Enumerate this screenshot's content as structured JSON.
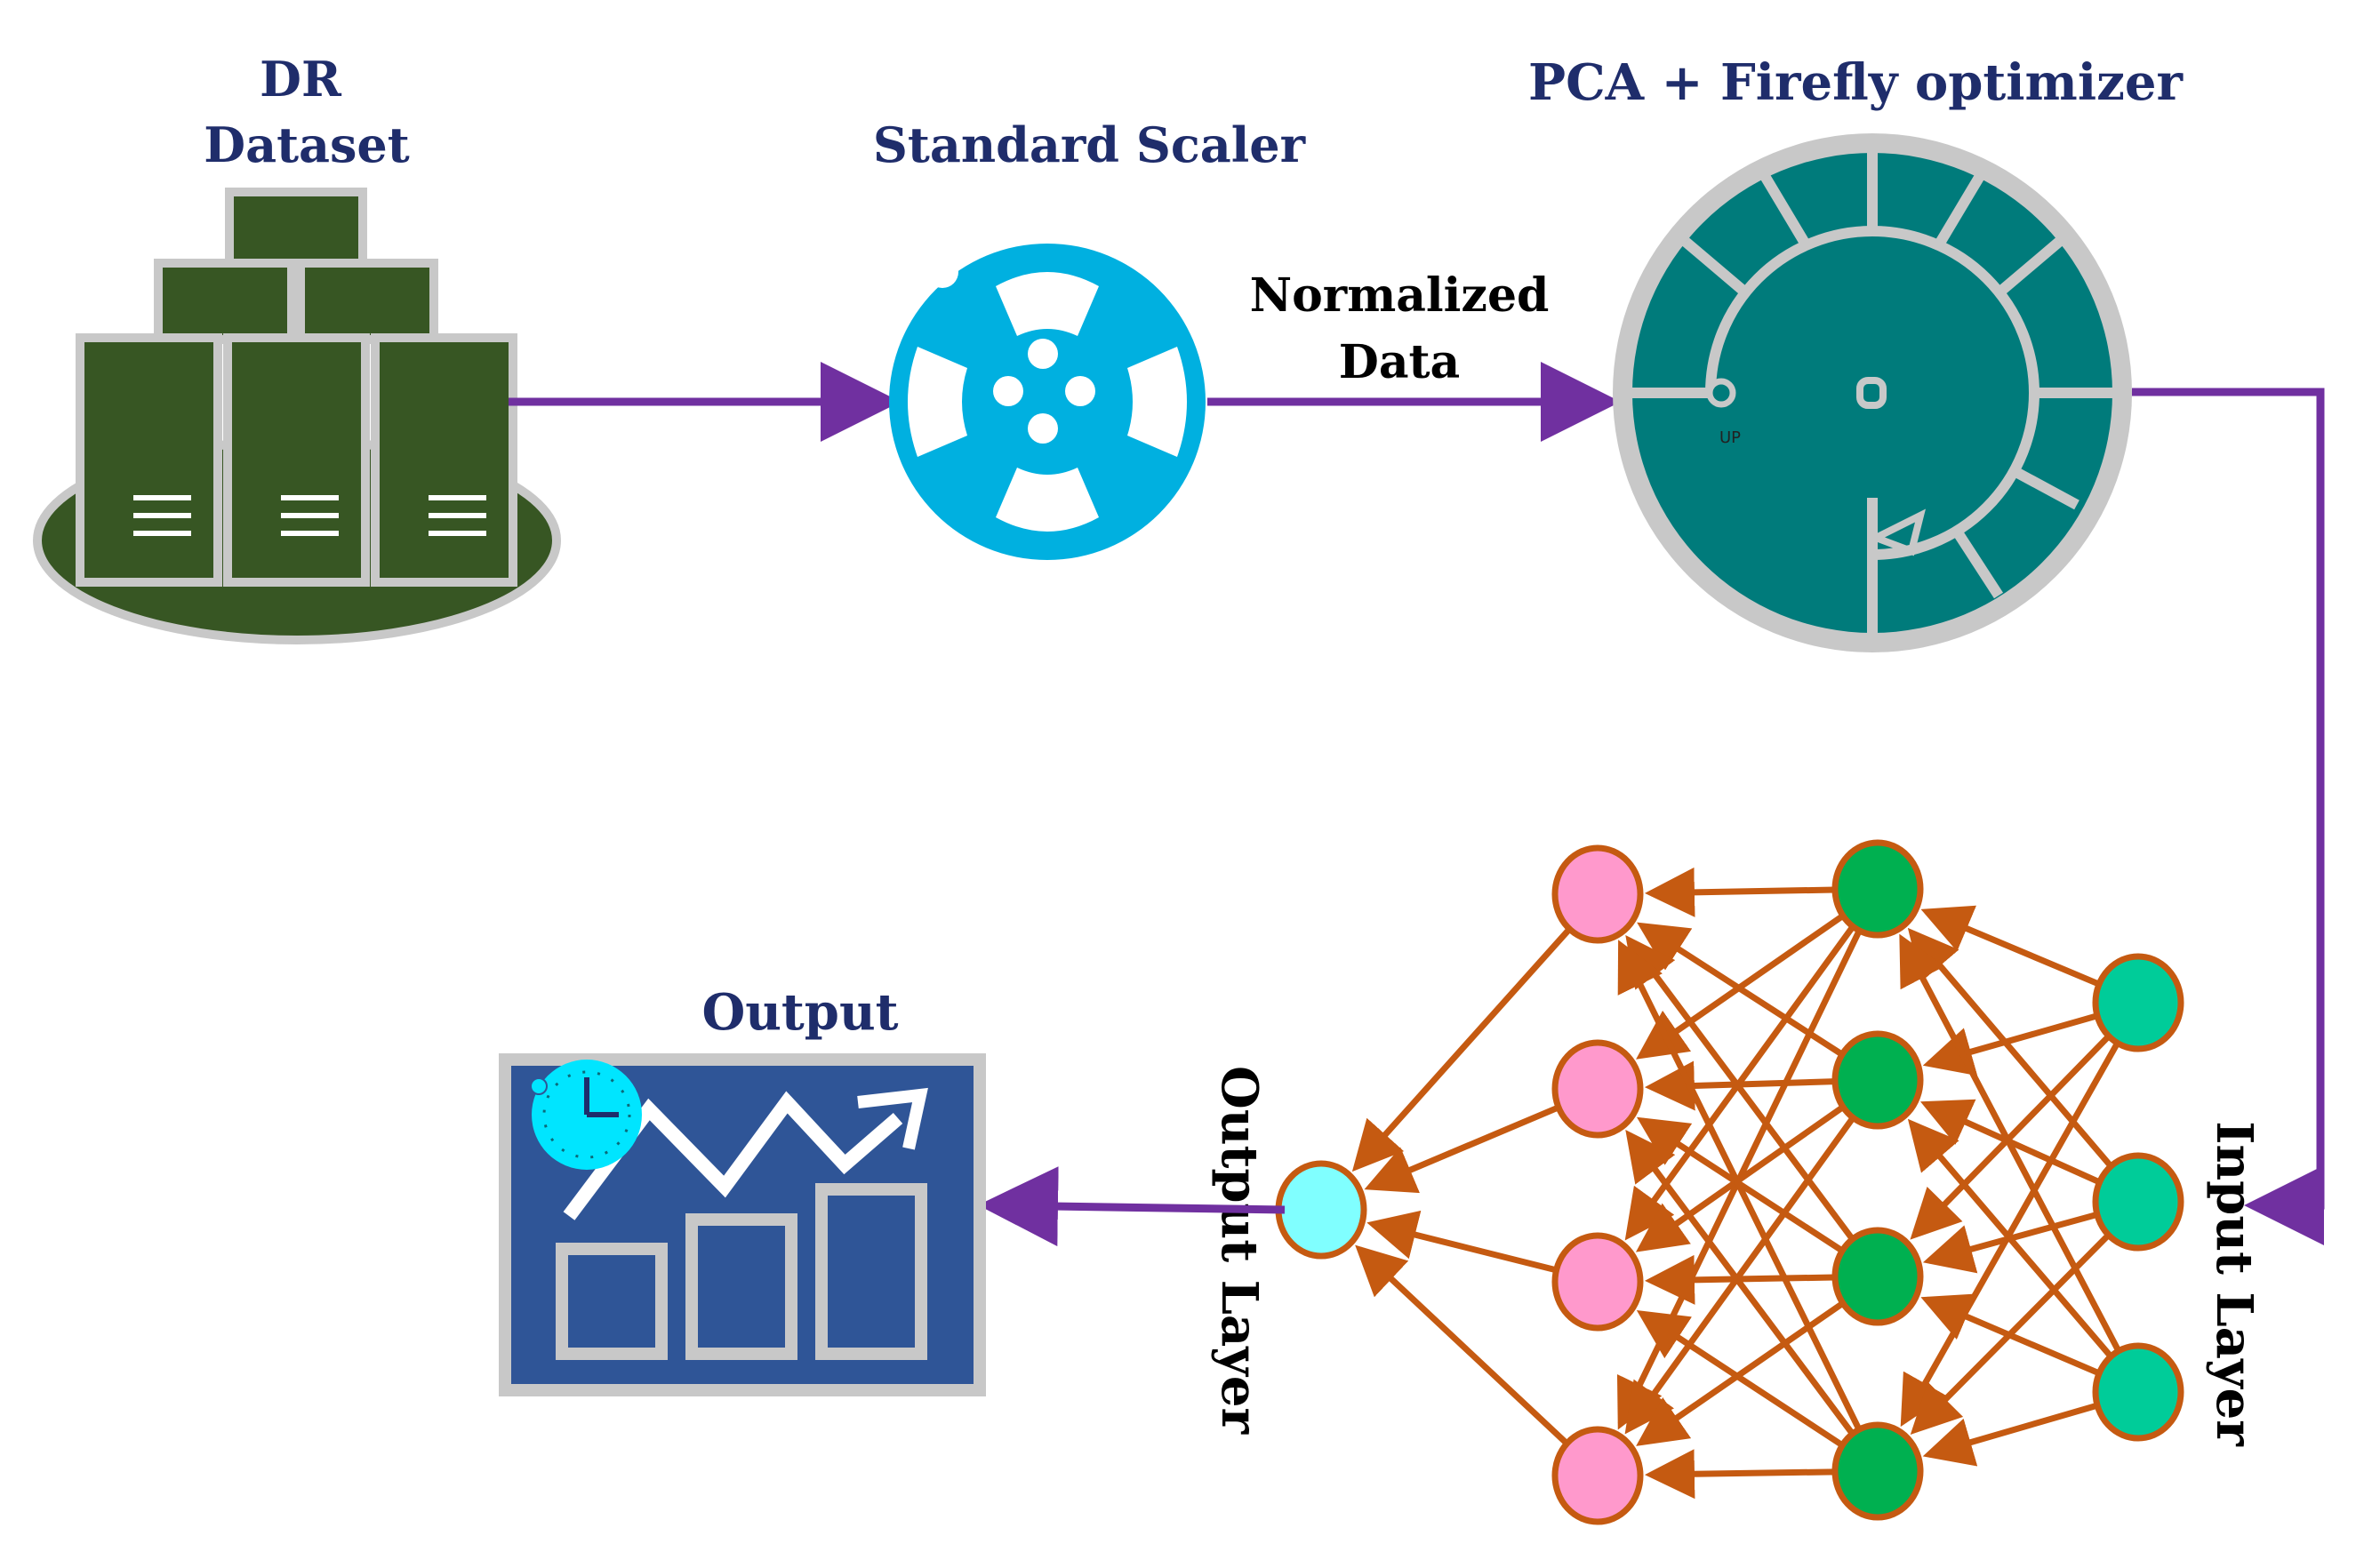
{
  "labels": {
    "dataset_line1": "DR",
    "dataset_line2": "Dataset",
    "scaler": "Standard Scaler",
    "normalized_line1": "Normalized",
    "normalized_line2": "Data",
    "optimizer": "PCA + Firefly optimizer",
    "dial_marker": "UP",
    "input_layer": "Input Layer",
    "output_layer": "Output Layer",
    "output": "Output"
  },
  "colors": {
    "flow_arrow": "#7030a0",
    "nn_edge": "#c55a11",
    "server": "#375623",
    "scaler": "#00b0e0",
    "dial": "#007b7b",
    "input_node": "#00cc99",
    "hidden_node": "#00b050",
    "hidden2_node": "#ff99cc",
    "output_node": "#80ffff",
    "dashboard": "#2f5597",
    "frame_gray": "#c8c8c8",
    "label_text": "#1f2d6b"
  },
  "icons": {
    "dataset": "server-cluster-icon",
    "scaler": "film-reel-icon",
    "optimizer": "dial-icon",
    "network": "neural-network-icon",
    "output": "chart-dashboard-icon",
    "clock": "clock-icon"
  }
}
